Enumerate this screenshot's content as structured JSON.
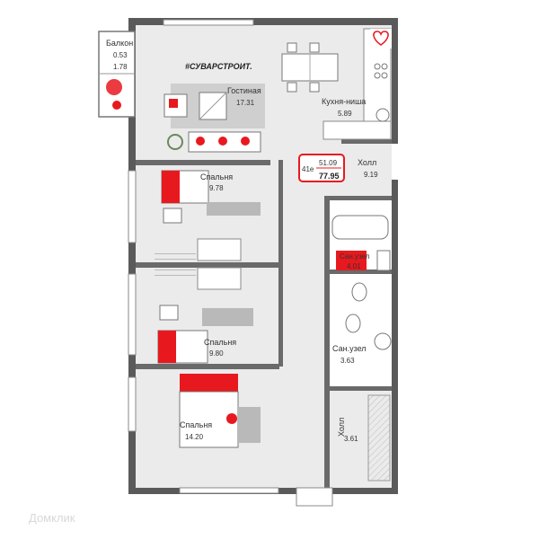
{
  "brand": {
    "text": "#СУВАРСТРОИТ."
  },
  "watermark": {
    "text": "Домклик"
  },
  "apartment": {
    "label": "41e",
    "living_area": "51.09",
    "total_area": "77.95"
  },
  "rooms": [
    {
      "name": "Балкон",
      "area": "0.53"
    },
    {
      "name": "",
      "area": "1.78"
    },
    {
      "name": "Гостиная",
      "area": "17.31"
    },
    {
      "name": "Кухня-ниша",
      "area": "5.89"
    },
    {
      "name": "Холл",
      "area": "9.19"
    },
    {
      "name": "Спальня",
      "area": "9.78"
    },
    {
      "name": "Сан.узел",
      "area": "4.01"
    },
    {
      "name": "Спальня",
      "area": "9.80"
    },
    {
      "name": "Сан.узел",
      "area": "3.63"
    },
    {
      "name": "Спальня",
      "area": "14.20"
    },
    {
      "name": "Холл",
      "area": "3.61"
    }
  ],
  "colors": {
    "accent": "#e8191e",
    "wall": "#5a5a5a",
    "floor": "#ebebeb",
    "outside": "#ffffff"
  },
  "icons": [
    "heart-icon"
  ]
}
